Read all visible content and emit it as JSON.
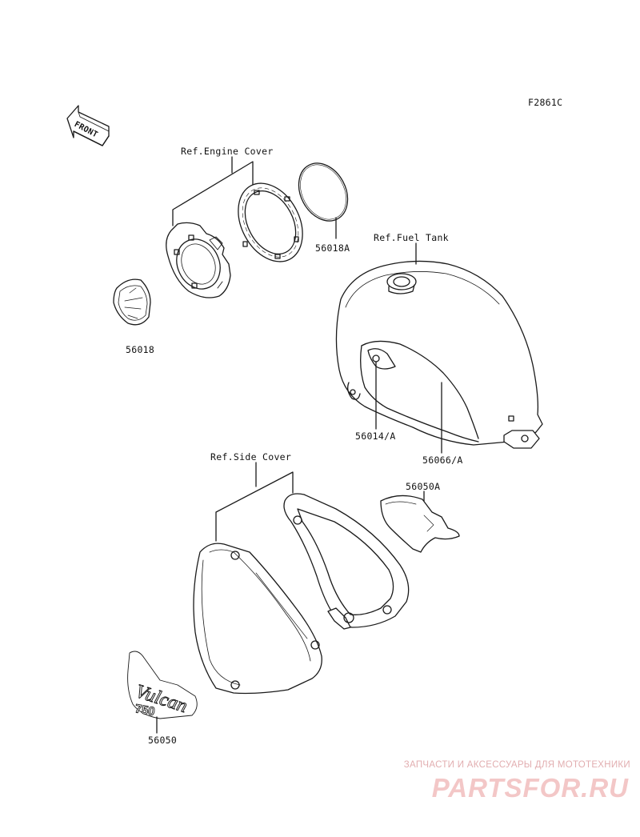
{
  "figure_code": "F2861C",
  "front_label": "FRONT",
  "callouts": {
    "ref_engine_cover": "Ref.Engine Cover",
    "ref_fuel_tank": "Ref.Fuel Tank",
    "ref_side_cover": "Ref.Side Cover",
    "p56018A": "56018A",
    "p56018": "56018",
    "p56014A": "56014/A",
    "p56066A": "56066/A",
    "p56050A": "56050A",
    "p56050": "56050"
  },
  "emblem_text": {
    "word": "Vulcan",
    "number": "750"
  },
  "watermark": {
    "tagline": "ЗАПЧАСТИ И АКСЕССУАРЫ ДЛЯ МОТОТЕХНИКИ",
    "brand": "PARTSFOR.RU"
  },
  "colors": {
    "line": "#1a1a1a",
    "watermark": "#f3c7c7"
  }
}
